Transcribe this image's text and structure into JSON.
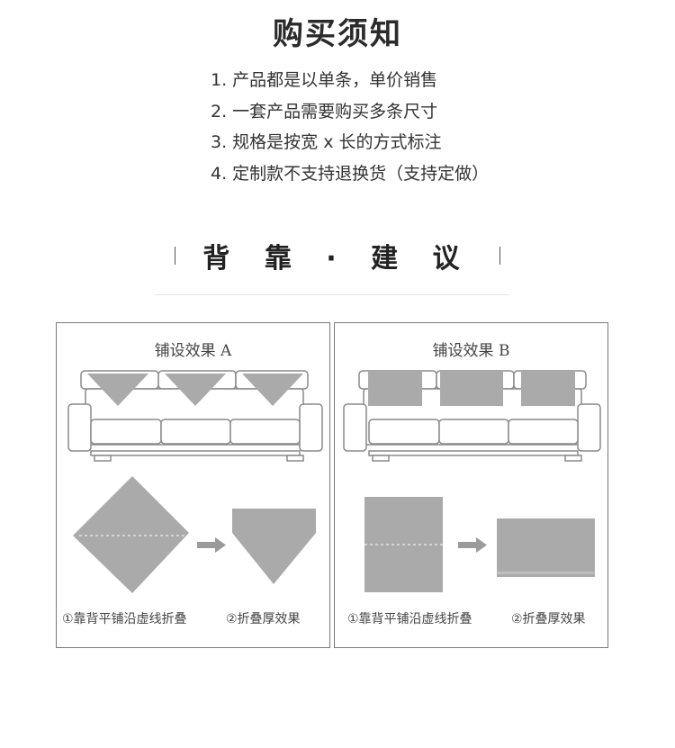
{
  "header": {
    "title": "购买须知"
  },
  "notes": [
    "1. 产品都是以单条，单价销售",
    "2. 一套产品需要购买多条尺寸",
    "3. 规格是按宽 x 长的方式标注",
    "4. 定制款不支持退换货（支持定做）"
  ],
  "section": {
    "title": "背 靠 · 建 议"
  },
  "panels": [
    {
      "title": "铺设效果 A",
      "step1": "①靠背平铺沿虚线折叠",
      "step2": "②折叠厚效果"
    },
    {
      "title": "铺设效果 B",
      "step1": "①靠背平铺沿虚线折叠",
      "step2": "②折叠厚效果"
    }
  ],
  "colors": {
    "shape_gray": "#aaaaaa",
    "outline_gray": "#8a8a8a",
    "border": "#7a7a7a"
  },
  "icons": {
    "arrow": "right-arrow-icon",
    "sofa": "sofa-icon"
  }
}
